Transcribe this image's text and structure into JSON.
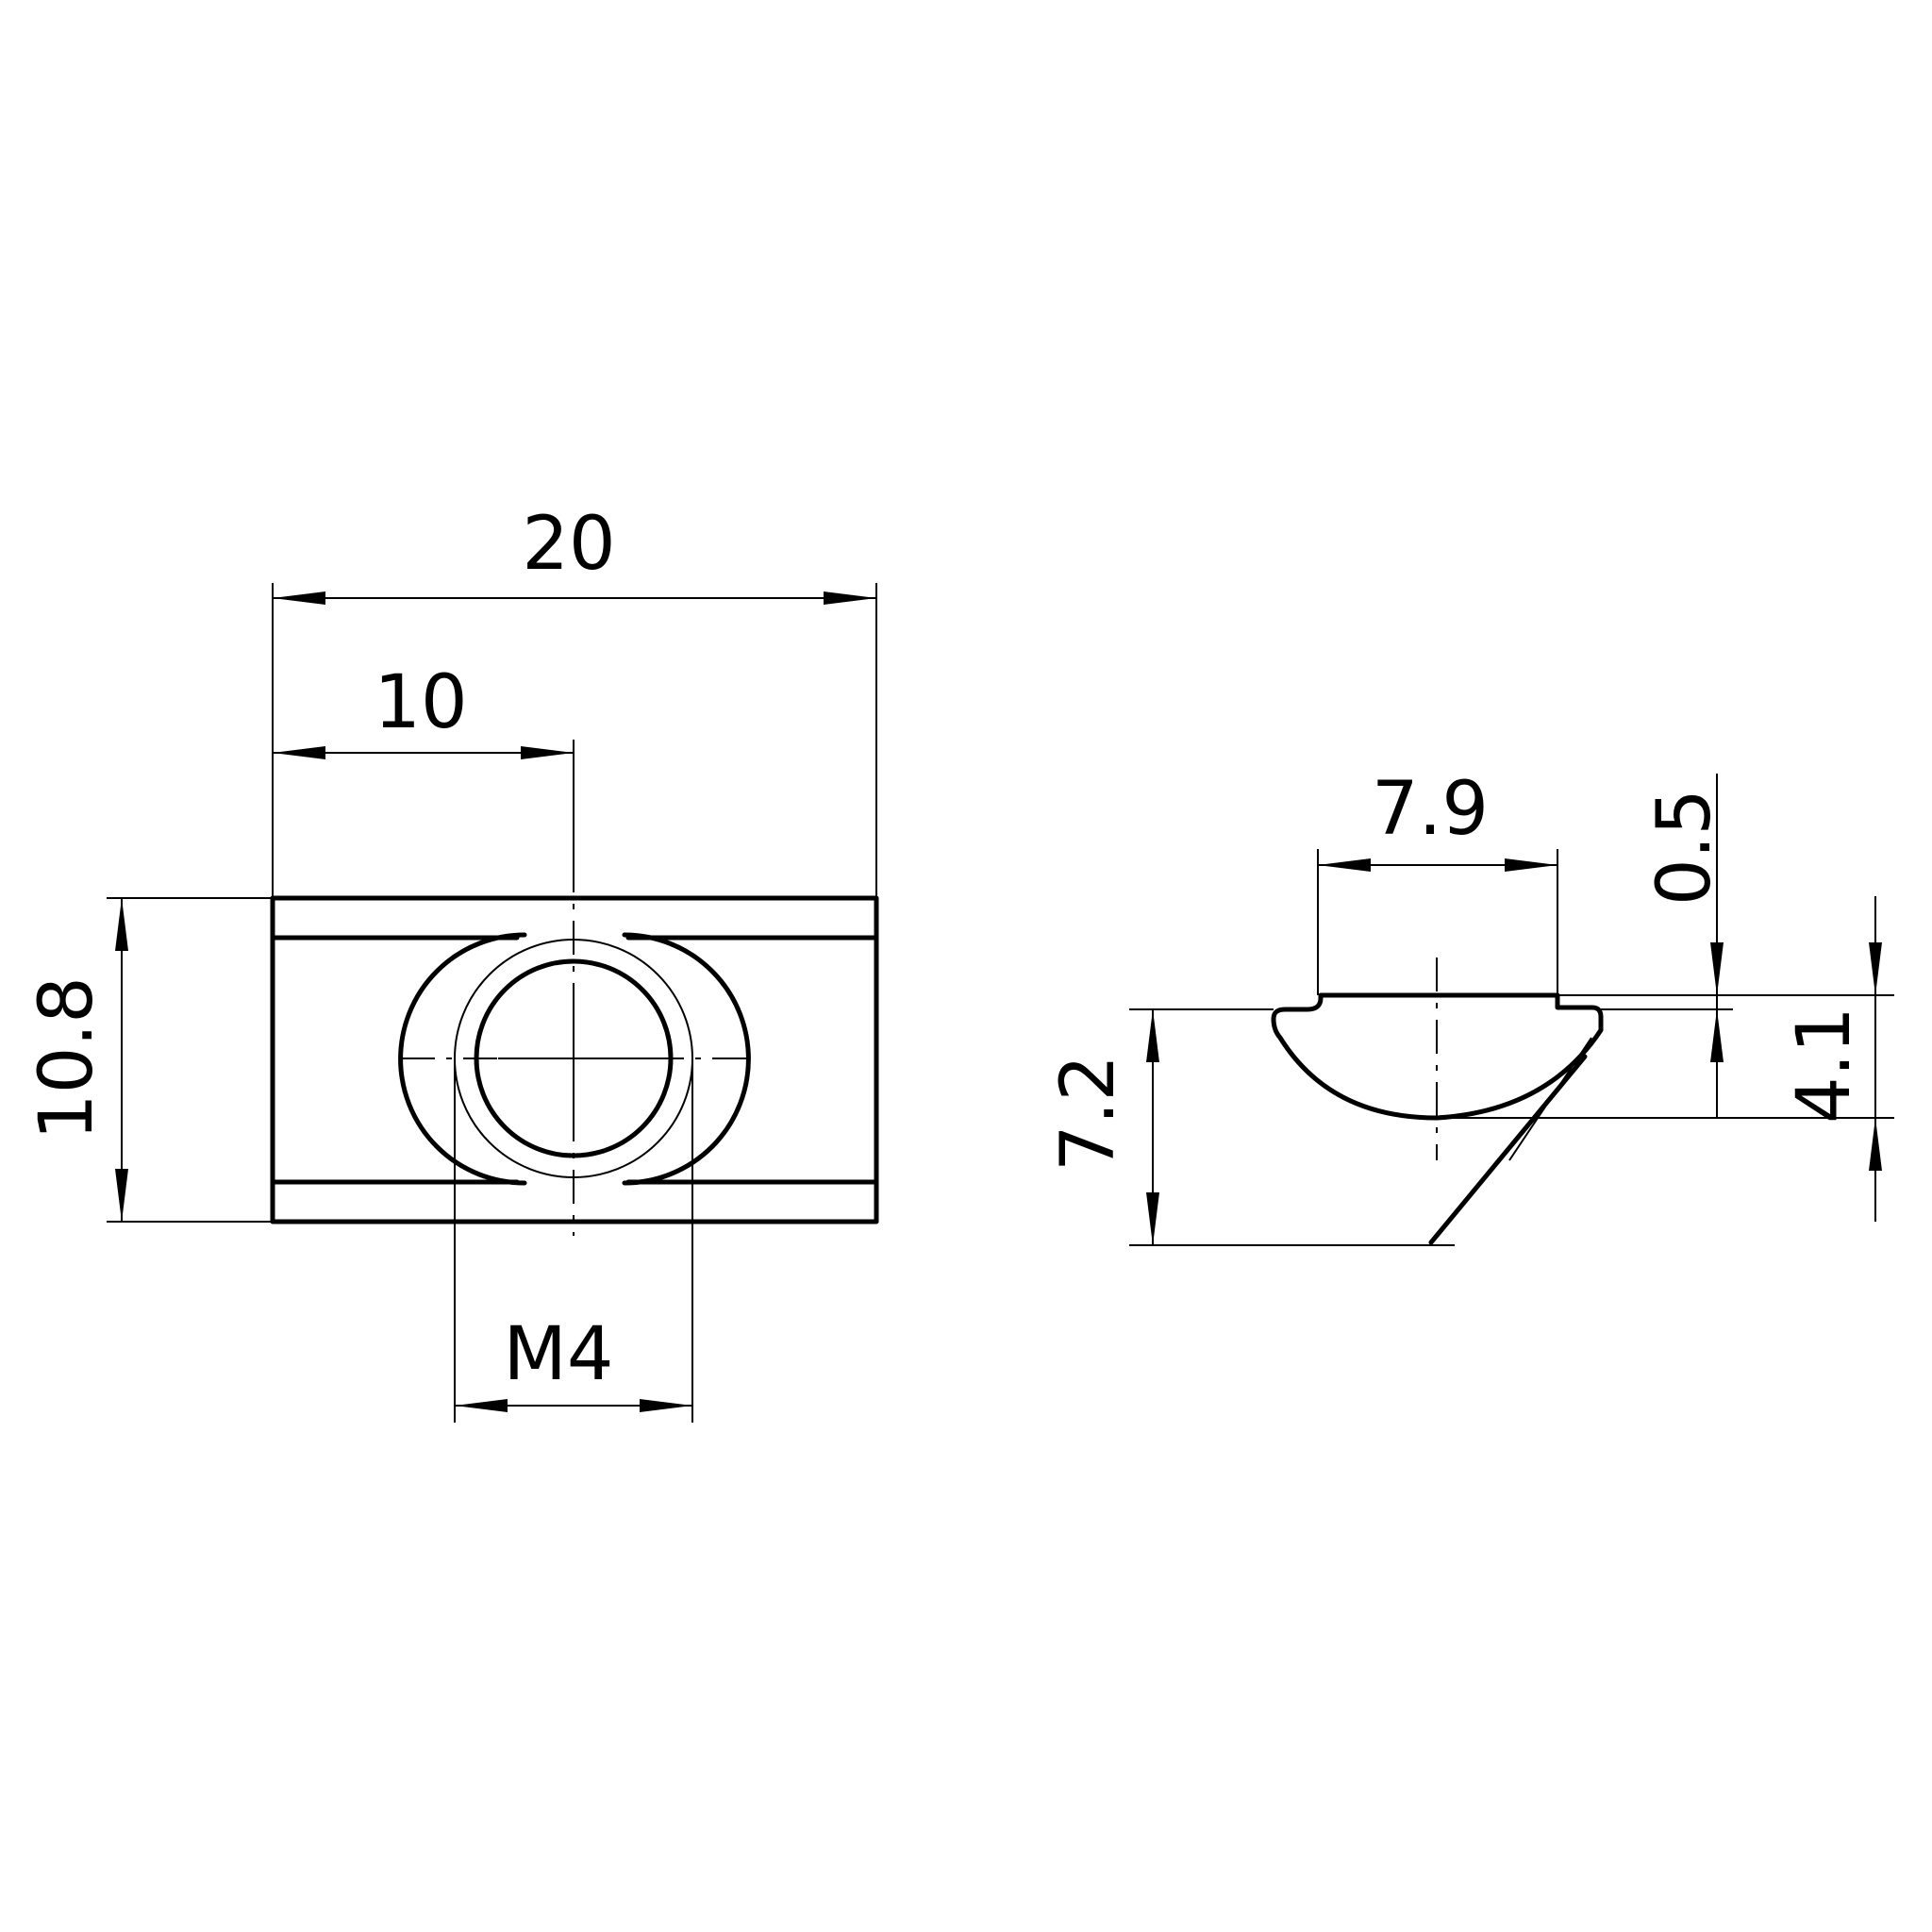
{
  "drawing": {
    "front_view": {
      "dimensions": {
        "overall_width": "20",
        "hole_offset": "10",
        "height": "10.8",
        "thread": "M4"
      }
    },
    "side_view": {
      "dimensions": {
        "top_width": "7.9",
        "step_height": "0.5",
        "total_height": "7.2",
        "body_height": "4.1"
      }
    }
  }
}
